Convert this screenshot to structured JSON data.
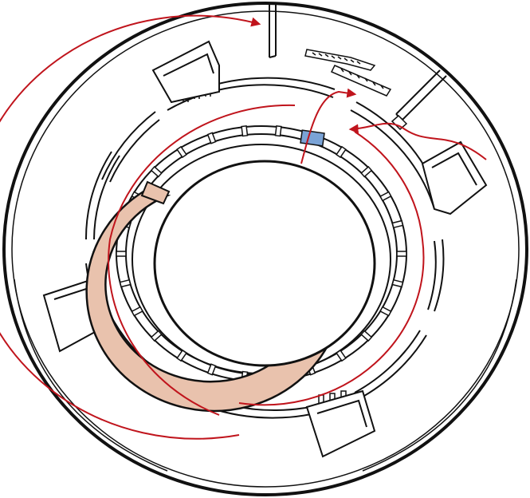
{
  "diagram": {
    "kind": "circular-building-plan",
    "colors": {
      "background": "#ffffff",
      "outline": "#111111",
      "circulation_path": "#c0141c",
      "spiral_ramp": "#e9c2ad",
      "highlight_block": "#7aa3d6"
    },
    "icons": [
      "escalator-icon",
      "stair-icon",
      "direction-arrow-icon"
    ],
    "elements": {
      "outer_ring": "outer-wall",
      "inner_void": "central-atrium",
      "ramp": "spiral-ramp",
      "rooms": 4,
      "path_arrows": 4
    }
  }
}
